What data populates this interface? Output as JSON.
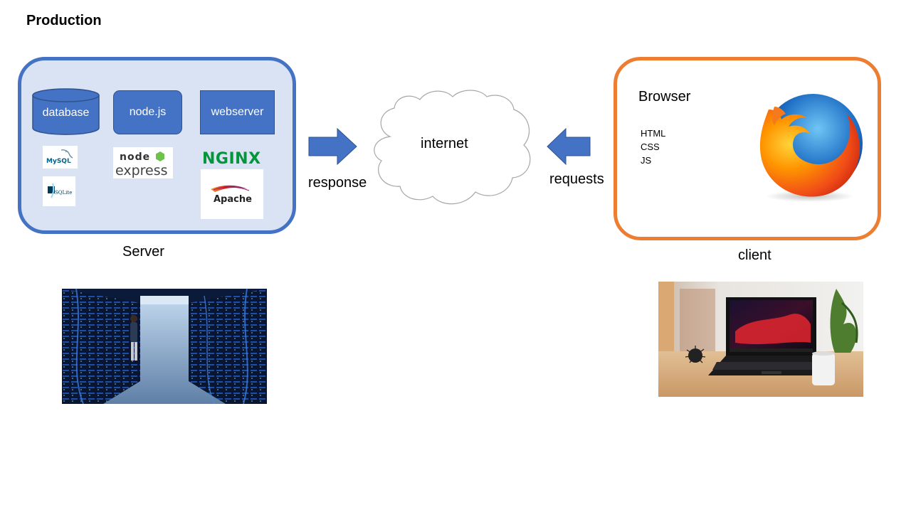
{
  "title": "Production",
  "server": {
    "database_label": "database",
    "nodejs_label": "node.js",
    "webserver_label": "webserver",
    "caption": "Server",
    "logos": {
      "mysql": "MySQL",
      "sqlite": "SQLite",
      "node": "node",
      "express": "express",
      "nginx": "NGINX",
      "apache": "Apache"
    }
  },
  "network": {
    "response_label": "response",
    "requests_label": "requests",
    "internet_label": "internet"
  },
  "client": {
    "browser_label": "Browser",
    "technologies": [
      "HTML",
      "CSS",
      "JS"
    ],
    "caption": "client"
  },
  "colors": {
    "server_border": "#4472c4",
    "server_fill": "#dae3f3",
    "client_border": "#ed7d31",
    "arrow": "#4472c4"
  },
  "icons": [
    "database-cylinder",
    "mysql-logo",
    "sqlite-logo",
    "node-express-logo",
    "nginx-logo",
    "apache-logo",
    "firefox-logo",
    "cloud-shape",
    "right-arrow",
    "left-arrow"
  ]
}
